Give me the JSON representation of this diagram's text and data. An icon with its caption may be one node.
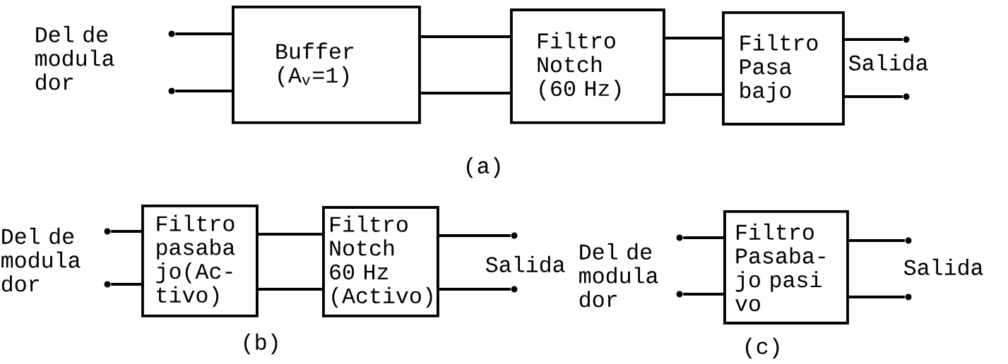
{
  "diagram": {
    "nodes": [
      {
        "text": [
          "Buffer (A$_{v}$=1)"
        ]
      },
      {
        "text": [
          "Filtro Notch (60 Hz)"
        ]
      },
      {
        "text": [
          "Filtro Pasa bajo"
        ]
      },
      {
        "text": [
          "Filtro pasaba jo(Ac- tivo)"
        ]
      },
      {
        "text": [
          "Filtro Notch 60 Hz (Activo)"
        ]
      },
      {
        "text": [
          "Filtro Pasaba- jo pasi vo"
        ]
      },
      {
        "text": [],
        "shape": "circle"
      },
      {
        "text": [],
        "shape": "circle"
      },
      {
        "text": [],
        "shape": "circle"
      },
      {
        "text": [],
        "shape": "circle"
      },
      {
        "text": [],
        "shape": "circle"
      },
      {
        "text": [],
        "shape": "circle"
      },
      {
        "text": [],
        "shape": "circle"
      },
      {
        "text": [],
        "shape": "circle"
      },
      {
        "text": [],
        "shape": "circle"
      },
      {
        "text": [],
        "shape": "circle"
      },
      {
        "text": [],
        "shape": "circle"
      },
      {
        "text": [],
        "shape": "circle"
      }
    ],
    "edges": [
      {
        "from": 6,
        "to": 0,
        "arrow": "none"
      },
      {
        "from": 7,
        "to": 0,
        "arrow": "none"
      },
      {
        "from": 0,
        "to": 1,
        "arrow": "none"
      },
      {
        "from": 0,
        "to": 1,
        "arrow": "none"
      },
      {
        "from": 1,
        "to": 2,
        "arrow": "none"
      },
      {
        "from": 1,
        "to": 2,
        "arrow": "none"
      },
      {
        "from": 2,
        "to": 8,
        "arrow": "none"
      },
      {
        "from": 2,
        "to": 9,
        "arrow": "none"
      },
      {
        "from": 10,
        "to": 3,
        "arrow": "none"
      },
      {
        "from": 11,
        "to": 3,
        "arrow": "none"
      },
      {
        "from": 3,
        "to": 4,
        "arrow": "none"
      },
      {
        "from": 3,
        "to": 4,
        "arrow": "none"
      },
      {
        "from": 4,
        "to": 12,
        "arrow": "none"
      },
      {
        "from": 4,
        "to": 13,
        "arrow": "none"
      },
      {
        "from": 14,
        "to": 5,
        "arrow": "none"
      },
      {
        "from": 15,
        "to": 5,
        "arrow": "none"
      },
      {
        "from": 5,
        "to": 16,
        "arrow": "none"
      },
      {
        "from": 5,
        "to": 17,
        "arrow": "none"
      }
    ],
    "labels": [
      "Del de modula dor",
      "Salida",
      "(a)",
      "Del de modula dor",
      "Salida",
      "Del de modula dor",
      "Salida",
      "(b)",
      "(c)"
    ]
  }
}
